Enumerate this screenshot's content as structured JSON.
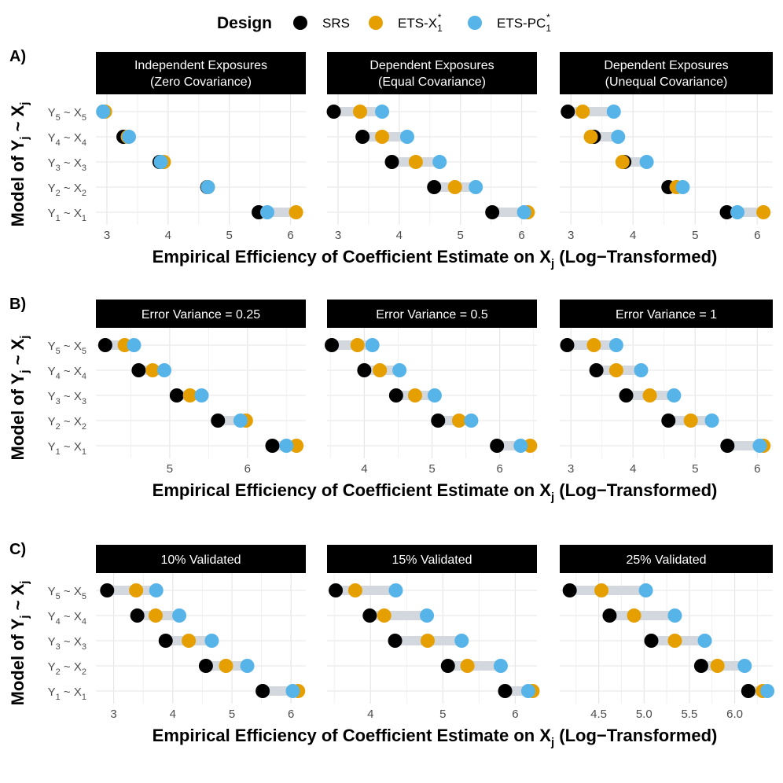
{
  "legend": {
    "title": "Design",
    "items": [
      {
        "label": "SRS",
        "color": "#000000"
      },
      {
        "label": "ETS-X",
        "sub": "1",
        "sup": "*",
        "color": "#E69F00"
      },
      {
        "label": "ETS-PC",
        "sub": "1",
        "sup": "*",
        "color": "#56B4E9"
      }
    ]
  },
  "y_axis_title": {
    "main": "Model of Y",
    "sub": "j",
    "sep": " ~ X",
    "sub2": "j"
  },
  "x_axis_title": {
    "main": "Empirical Efficiency of Coefficient Estimate on X",
    "sub": "j",
    "suffix": " (Log−Transformed)"
  },
  "y_categories": [
    {
      "y": "Y",
      "ysub": "5",
      "x": "X",
      "xsub": "5"
    },
    {
      "y": "Y",
      "ysub": "4",
      "x": "X",
      "xsub": "4"
    },
    {
      "y": "Y",
      "ysub": "3",
      "x": "X",
      "xsub": "3"
    },
    {
      "y": "Y",
      "ysub": "2",
      "x": "X",
      "xsub": "2"
    },
    {
      "y": "Y",
      "ysub": "1",
      "x": "X",
      "xsub": "1"
    }
  ],
  "chart_data": [
    {
      "tag": "A)",
      "type": "scatter",
      "panels": [
        {
          "title": [
            "Independent Exposures",
            "(Zero Covariance)"
          ],
          "xlim": [
            2.82,
            6.25
          ],
          "ticks": [
            3,
            4,
            5,
            6
          ],
          "tick_labels": [
            "3",
            "4",
            "5",
            "6"
          ],
          "values": {
            "SRS": [
              2.94,
              3.27,
              3.86,
              4.64,
              5.48
            ],
            "ETS-X1*": [
              2.97,
              3.34,
              3.93,
              4.65,
              6.09
            ],
            "ETS-PC1*": [
              2.94,
              3.36,
              3.88,
              4.65,
              5.62
            ]
          }
        },
        {
          "title": [
            "Dependent Exposures",
            "(Equal Covariance)"
          ],
          "xlim": [
            2.82,
            6.25
          ],
          "ticks": [
            3,
            4,
            5,
            6
          ],
          "tick_labels": [
            "3",
            "4",
            "5",
            "6"
          ],
          "values": {
            "SRS": [
              2.93,
              3.4,
              3.88,
              4.57,
              5.52
            ],
            "ETS-X1*": [
              3.36,
              3.72,
              4.27,
              4.91,
              6.1
            ],
            "ETS-PC1*": [
              3.72,
              4.13,
              4.66,
              5.25,
              6.04
            ]
          }
        },
        {
          "title": [
            "Dependent Exposures",
            "(Unequal Covariance)"
          ],
          "xlim": [
            2.82,
            6.25
          ],
          "ticks": [
            3,
            4,
            5,
            6
          ],
          "tick_labels": [
            "3",
            "4",
            "5",
            "6"
          ],
          "values": {
            "SRS": [
              2.95,
              3.37,
              3.86,
              4.57,
              5.51
            ],
            "ETS-X1*": [
              3.19,
              3.32,
              3.83,
              4.7,
              6.1
            ],
            "ETS-PC1*": [
              3.69,
              3.76,
              4.22,
              4.8,
              5.68
            ]
          }
        }
      ]
    },
    {
      "tag": "B)",
      "type": "scatter",
      "panels": [
        {
          "title": [
            "Error Variance = 0.25"
          ],
          "xlim": [
            4.05,
            6.75
          ],
          "ticks": [
            5,
            6
          ],
          "tick_labels": [
            "5",
            "6"
          ],
          "values": {
            "SRS": [
              4.17,
              4.6,
              5.09,
              5.62,
              6.32
            ],
            "ETS-X1*": [
              4.42,
              4.78,
              5.26,
              5.98,
              6.63
            ],
            "ETS-PC1*": [
              4.54,
              4.93,
              5.41,
              5.91,
              6.5
            ]
          }
        },
        {
          "title": [
            "Error Variance = 0.5"
          ],
          "xlim": [
            3.45,
            6.55
          ],
          "ticks": [
            4,
            5,
            6
          ],
          "tick_labels": [
            "4",
            "5",
            "6"
          ],
          "values": {
            "SRS": [
              3.52,
              4.0,
              4.47,
              5.09,
              5.96
            ],
            "ETS-X1*": [
              3.9,
              4.23,
              4.75,
              5.4,
              6.45
            ],
            "ETS-PC1*": [
              4.12,
              4.52,
              5.04,
              5.58,
              6.31
            ]
          }
        },
        {
          "title": [
            "Error Variance = 1"
          ],
          "xlim": [
            2.82,
            6.25
          ],
          "ticks": [
            3,
            4,
            5,
            6
          ],
          "tick_labels": [
            "3",
            "4",
            "5",
            "6"
          ],
          "values": {
            "SRS": [
              2.94,
              3.41,
              3.89,
              4.57,
              5.52
            ],
            "ETS-X1*": [
              3.37,
              3.73,
              4.27,
              4.93,
              6.1
            ],
            "ETS-PC1*": [
              3.73,
              4.13,
              4.66,
              5.27,
              6.04
            ]
          }
        }
      ]
    },
    {
      "tag": "C)",
      "type": "scatter",
      "panels": [
        {
          "title": [
            "10% Validated"
          ],
          "xlim": [
            2.7,
            6.25
          ],
          "ticks": [
            3,
            4,
            5,
            6
          ],
          "tick_labels": [
            "3",
            "4",
            "5",
            "6"
          ],
          "values": {
            "SRS": [
              2.89,
              3.4,
              3.88,
              4.56,
              5.52
            ],
            "ETS-X1*": [
              3.38,
              3.71,
              4.27,
              4.9,
              6.12
            ],
            "ETS-PC1*": [
              3.72,
              4.11,
              4.66,
              5.26,
              6.03
            ]
          }
        },
        {
          "title": [
            "15% Validated"
          ],
          "xlim": [
            3.4,
            6.3
          ],
          "ticks": [
            4,
            5,
            6
          ],
          "tick_labels": [
            "4",
            "5",
            "6"
          ],
          "values": {
            "SRS": [
              3.52,
              3.99,
              4.34,
              5.07,
              5.86
            ],
            "ETS-X1*": [
              3.79,
              4.19,
              4.79,
              5.34,
              6.24
            ],
            "ETS-PC1*": [
              4.35,
              4.78,
              5.26,
              5.8,
              6.18
            ]
          }
        },
        {
          "title": [
            "25% Validated"
          ],
          "xlim": [
            4.07,
            6.42
          ],
          "ticks": [
            4.5,
            5.0,
            5.5,
            6.0
          ],
          "tick_labels": [
            "4.5",
            "5.0",
            "5.5",
            "6.0"
          ],
          "values": {
            "SRS": [
              4.18,
              4.62,
              5.08,
              5.63,
              6.15
            ],
            "ETS-X1*": [
              4.53,
              4.89,
              5.34,
              5.81,
              6.31
            ],
            "ETS-PC1*": [
              5.02,
              5.34,
              5.67,
              6.11,
              6.36
            ]
          }
        }
      ]
    }
  ]
}
